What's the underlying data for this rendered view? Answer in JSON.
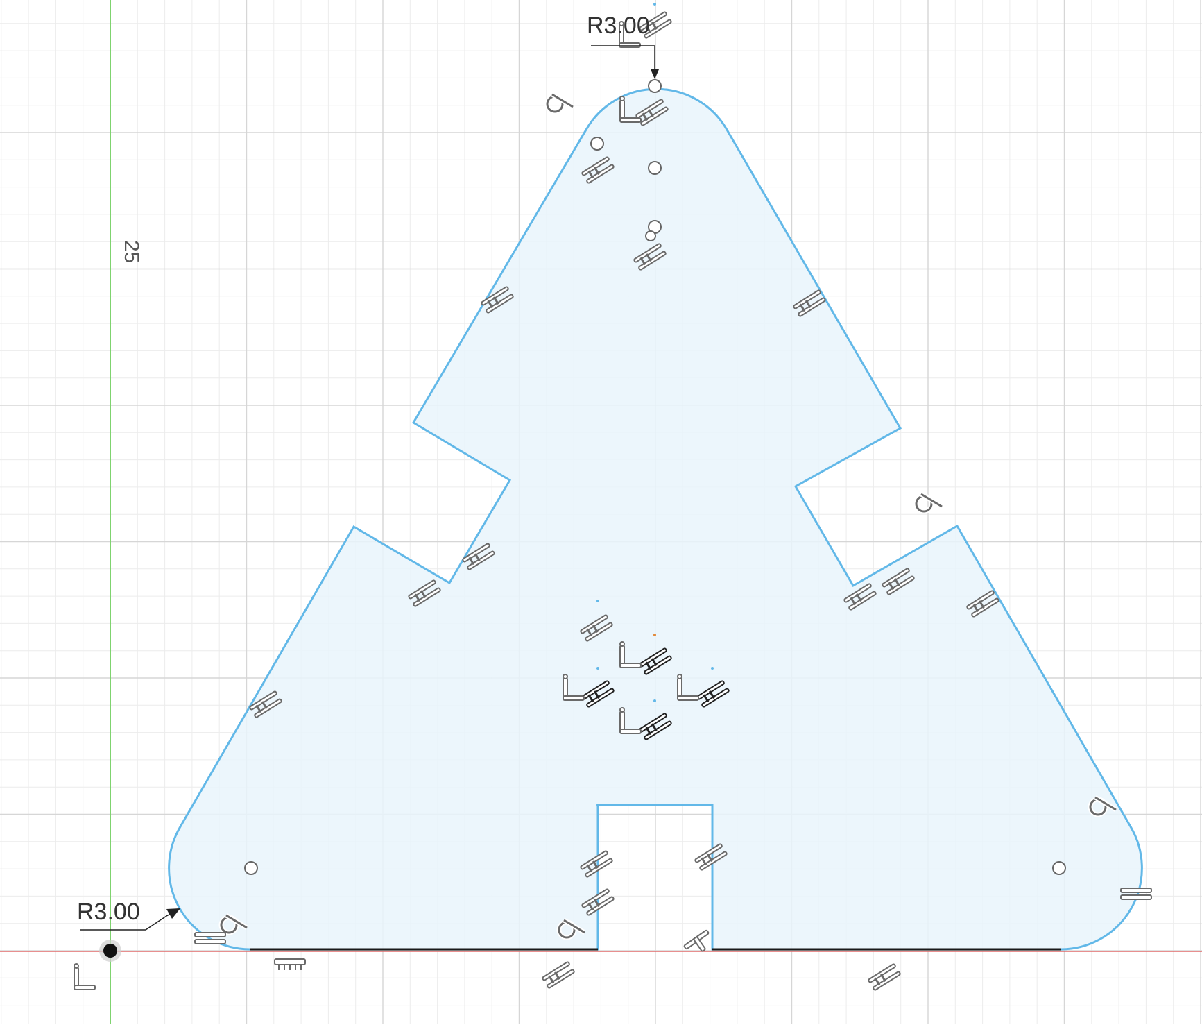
{
  "app": {
    "view": "sketch-canvas"
  },
  "dimensions": {
    "radius_top": "R3.00",
    "radius_bottom_left": "R3.00",
    "vertical_dimension": "25"
  },
  "colors": {
    "background": "#ffffff",
    "grid_minor": "#ececec",
    "grid_major": "#d6d6d6",
    "profile_fill": "#e9f4fc",
    "profile_stroke": "#62b8e8",
    "fixed_line": "#1a1a1a",
    "x_axis": "#e06a6a",
    "y_axis": "#7fd36f",
    "constraint_icon": "#6a6a6a",
    "dimension_text": "#333333"
  },
  "icons": [
    "tangent-constraint-icon",
    "parallel-constraint-icon",
    "horizontal-constraint-icon",
    "vertical-constraint-icon",
    "perpendicular-constraint-icon",
    "coincident-point-icon",
    "origin-point-icon",
    "fix-constraint-icon"
  ]
}
